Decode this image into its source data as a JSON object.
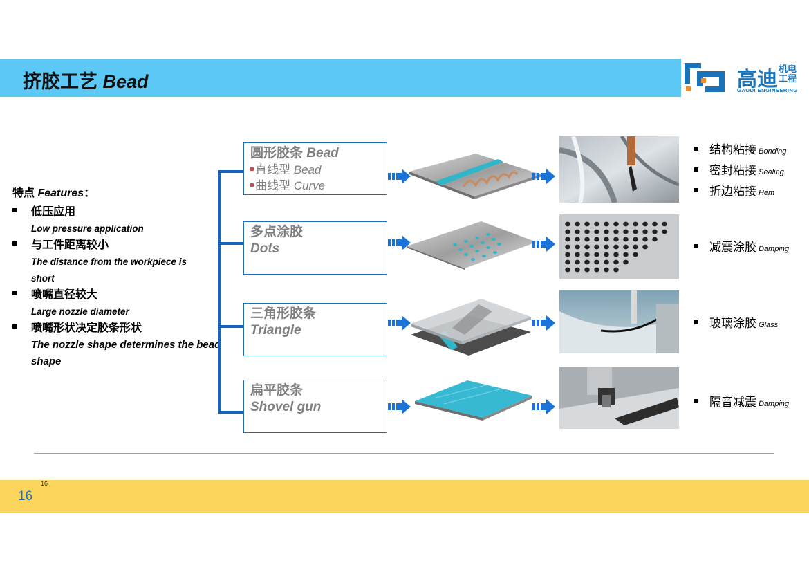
{
  "title": {
    "cn": "挤胶工艺 ",
    "en": "Bead"
  },
  "logo": {
    "name": "高迪",
    "sub": "机电工程",
    "en": "GAODI ENGINEERING"
  },
  "features": {
    "head_cn": "特点 ",
    "head_en": "Features",
    "head_colon": "：",
    "items": [
      {
        "cn": "低压应用",
        "en": "Low pressure application"
      },
      {
        "cn": "与工件距离较小",
        "en": "The distance from the workpiece is short"
      },
      {
        "cn": "喷嘴直径较大",
        "en": "Large nozzle diameter"
      },
      {
        "cn": "喷嘴形状决定胶条形状",
        "en": "The nozzle shape determines the bead shape"
      }
    ]
  },
  "types": [
    {
      "cn": "圆形胶条 ",
      "en": "Bead",
      "sub1_cn": "直线型 ",
      "sub1_en": "Bead",
      "sub2_cn": "曲线型 ",
      "sub2_en": "Curve"
    },
    {
      "cn": "多点涂胶",
      "en": "Dots"
    },
    {
      "cn": "三角形胶条",
      "en": "Triangle"
    },
    {
      "cn": "扁平胶条",
      "en": "Shovel gun"
    }
  ],
  "applications": [
    {
      "cn": "结构粘接",
      "en": "Bonding"
    },
    {
      "cn": "密封粘接",
      "en": "Sealing"
    },
    {
      "cn": "折边粘接",
      "en": "Hem"
    },
    {
      "cn": "减震涂胶",
      "en": "Damping"
    },
    {
      "cn": "玻璃涂胶",
      "en": "Glass"
    },
    {
      "cn": "隔音减震",
      "en": "Damping"
    }
  ],
  "footer": {
    "page": "16",
    "page_small": "16"
  },
  "colors": {
    "title_bar": "#5bc8f5",
    "accent": "#1565c0",
    "footer": "#fcd55d",
    "logo": "#1a73b8"
  }
}
